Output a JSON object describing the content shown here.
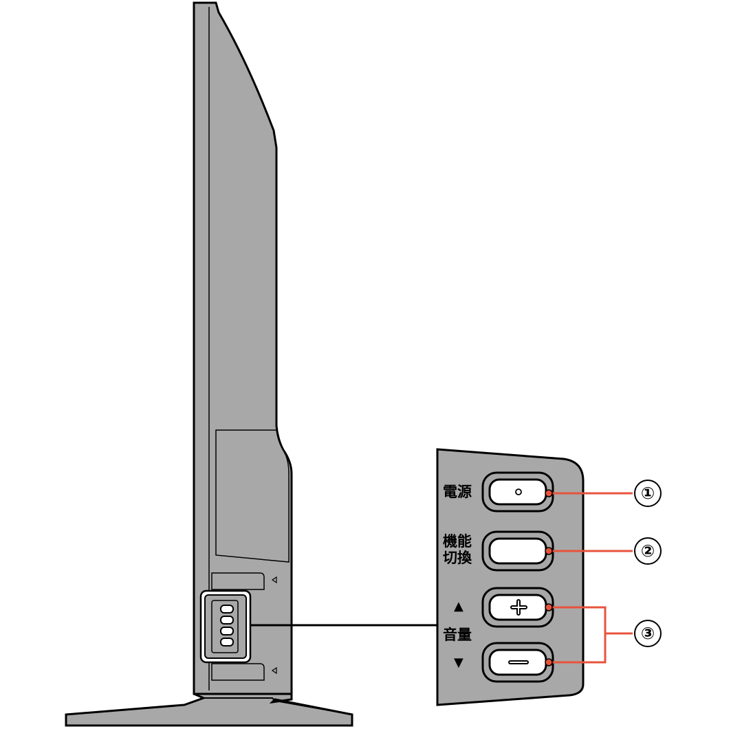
{
  "labels": {
    "power": "電源",
    "function_switch_line1": "機能",
    "function_switch_line2": "切換",
    "volume": "音量",
    "volume_up_arrow": "▲",
    "volume_down_arrow": "▼"
  },
  "callouts": [
    "①",
    "②",
    "③"
  ],
  "colors": {
    "body": "#a8a8a8",
    "outline": "#000000",
    "leader": "#e8533c",
    "background": "#ffffff"
  }
}
